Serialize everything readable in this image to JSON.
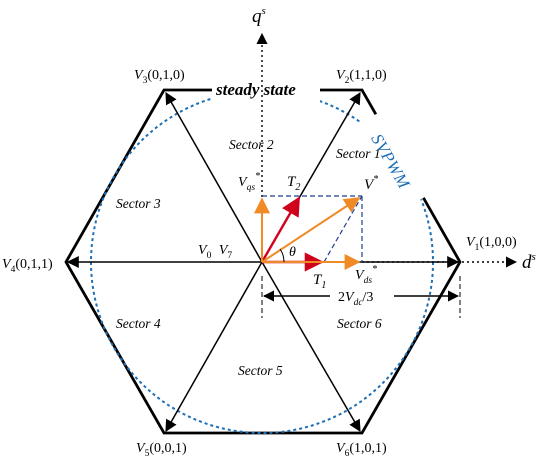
{
  "diagram": {
    "axes": {
      "q": {
        "base": "q",
        "sup": "s"
      },
      "d": {
        "base": "d",
        "sup": "s"
      }
    },
    "vertices": [
      {
        "base": "V",
        "sub": "1",
        "coords": "(1,0,0)"
      },
      {
        "base": "V",
        "sub": "2",
        "coords": "(1,1,0)"
      },
      {
        "base": "V",
        "sub": "3",
        "coords": "(0,1,0)"
      },
      {
        "base": "V",
        "sub": "4",
        "coords": "(0,1,1)"
      },
      {
        "base": "V",
        "sub": "5",
        "coords": "(0,0,1)"
      },
      {
        "base": "V",
        "sub": "6",
        "coords": "(1,0,1)"
      }
    ],
    "sectors": [
      "Sector 1",
      "Sector 2",
      "Sector 3",
      "Sector 4",
      "Sector 5",
      "Sector 6"
    ],
    "zero_vectors": {
      "v0": {
        "base": "V",
        "sub": "0"
      },
      "v7": {
        "base": "V",
        "sub": "7"
      }
    },
    "reference": {
      "base": "V",
      "sup": "*"
    },
    "vqs": {
      "base": "V",
      "sub": "qs",
      "sup": "*"
    },
    "vds": {
      "base": "V",
      "sub": "ds",
      "sup": "*"
    },
    "t1": {
      "base": "T",
      "sub": "1"
    },
    "t2": {
      "base": "T",
      "sub": "2"
    },
    "theta": "θ",
    "dimension": {
      "pre": "2",
      "base": "V",
      "sub": "dc",
      "post": "/3"
    },
    "steady_state": "steady state",
    "svpwm": "SVPWM",
    "colors": {
      "hexagon": "#000000",
      "circle": "#1f6fb5",
      "reference_vector": "#f08a24",
      "component_vectors": "#f08a24",
      "switching_vectors": "#d0021b",
      "dashed_projection": "#1f3f8f",
      "svpwm_text": "#1f6fb5"
    }
  }
}
